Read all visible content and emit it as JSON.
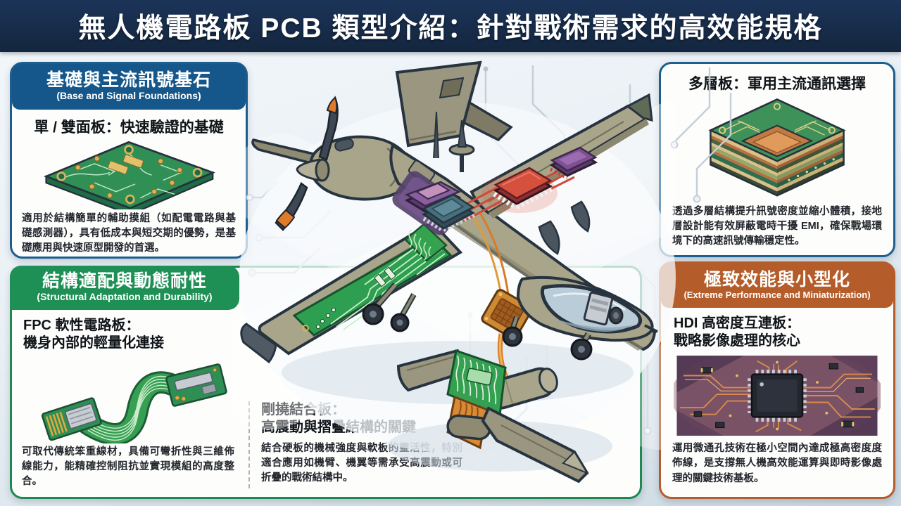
{
  "title": "無人機電路板 PCB 類型介紹：針對戰術需求的高效能規格",
  "cards": {
    "base_signal": {
      "header_zh": "基礎與主流訊號基石",
      "header_en": "(Base and Signal Foundations)",
      "subtitle": "單 / 雙面板：快速驗證的基礎",
      "body": "適用於結構簡單的輔助摸組（如配電電路與基礎感測器），具有低成本與短交期的優勢，是基礎應用與快速原型開發的首選。"
    },
    "structural": {
      "header_zh": "結構適配與動態耐性",
      "header_en": "(Structural Adaptation and Durability)",
      "fpc": {
        "subtitle_line1": "FPC 軟性電路板：",
        "subtitle_line2": "機身內部的輕量化連接",
        "body": "可取代傳統笨重線材，具備可彎折性與三維佈線能力，能精確控制阻抗並實現模組的高度整合。"
      },
      "rigid_flex": {
        "subtitle_line1": "剛撓結合板：",
        "subtitle_line2": "高震動與摺疊結構的關鍵",
        "body": "結合硬板的機械強度與軟板的靈活性，特別適合應用如機臂、機翼等需承受高震動或可折疊的戰術結構中。"
      }
    },
    "multilayer": {
      "title": "多層板：軍用主流通訊選擇",
      "body": "透過多層結構提升訊號密度並縮小體積，接地層設計能有效屏蔽電時干擾 EMI，確保戰場環境下的高速訊號傳輸穩定性。"
    },
    "hdi": {
      "header_zh": "極致效能與小型化",
      "header_en": "(Extreme Performance and Miniaturization)",
      "subtitle_line1": "HDI 高密度互連板：",
      "subtitle_line2": "戰略影像處理的核心",
      "body": "運用微通孔技術在極小空間內達成極高密度度佈線，是支撐無人機高效能運算與即時影像處理的關鍵技術基板。"
    }
  },
  "colors": {
    "title_bar_navy": "#17304f",
    "blue_accent": "#15578a",
    "green_accent": "#1e8f55",
    "orange_accent": "#b55c2b",
    "pcb_green": "#2e9e50",
    "page_background": "#e9f0f5"
  }
}
